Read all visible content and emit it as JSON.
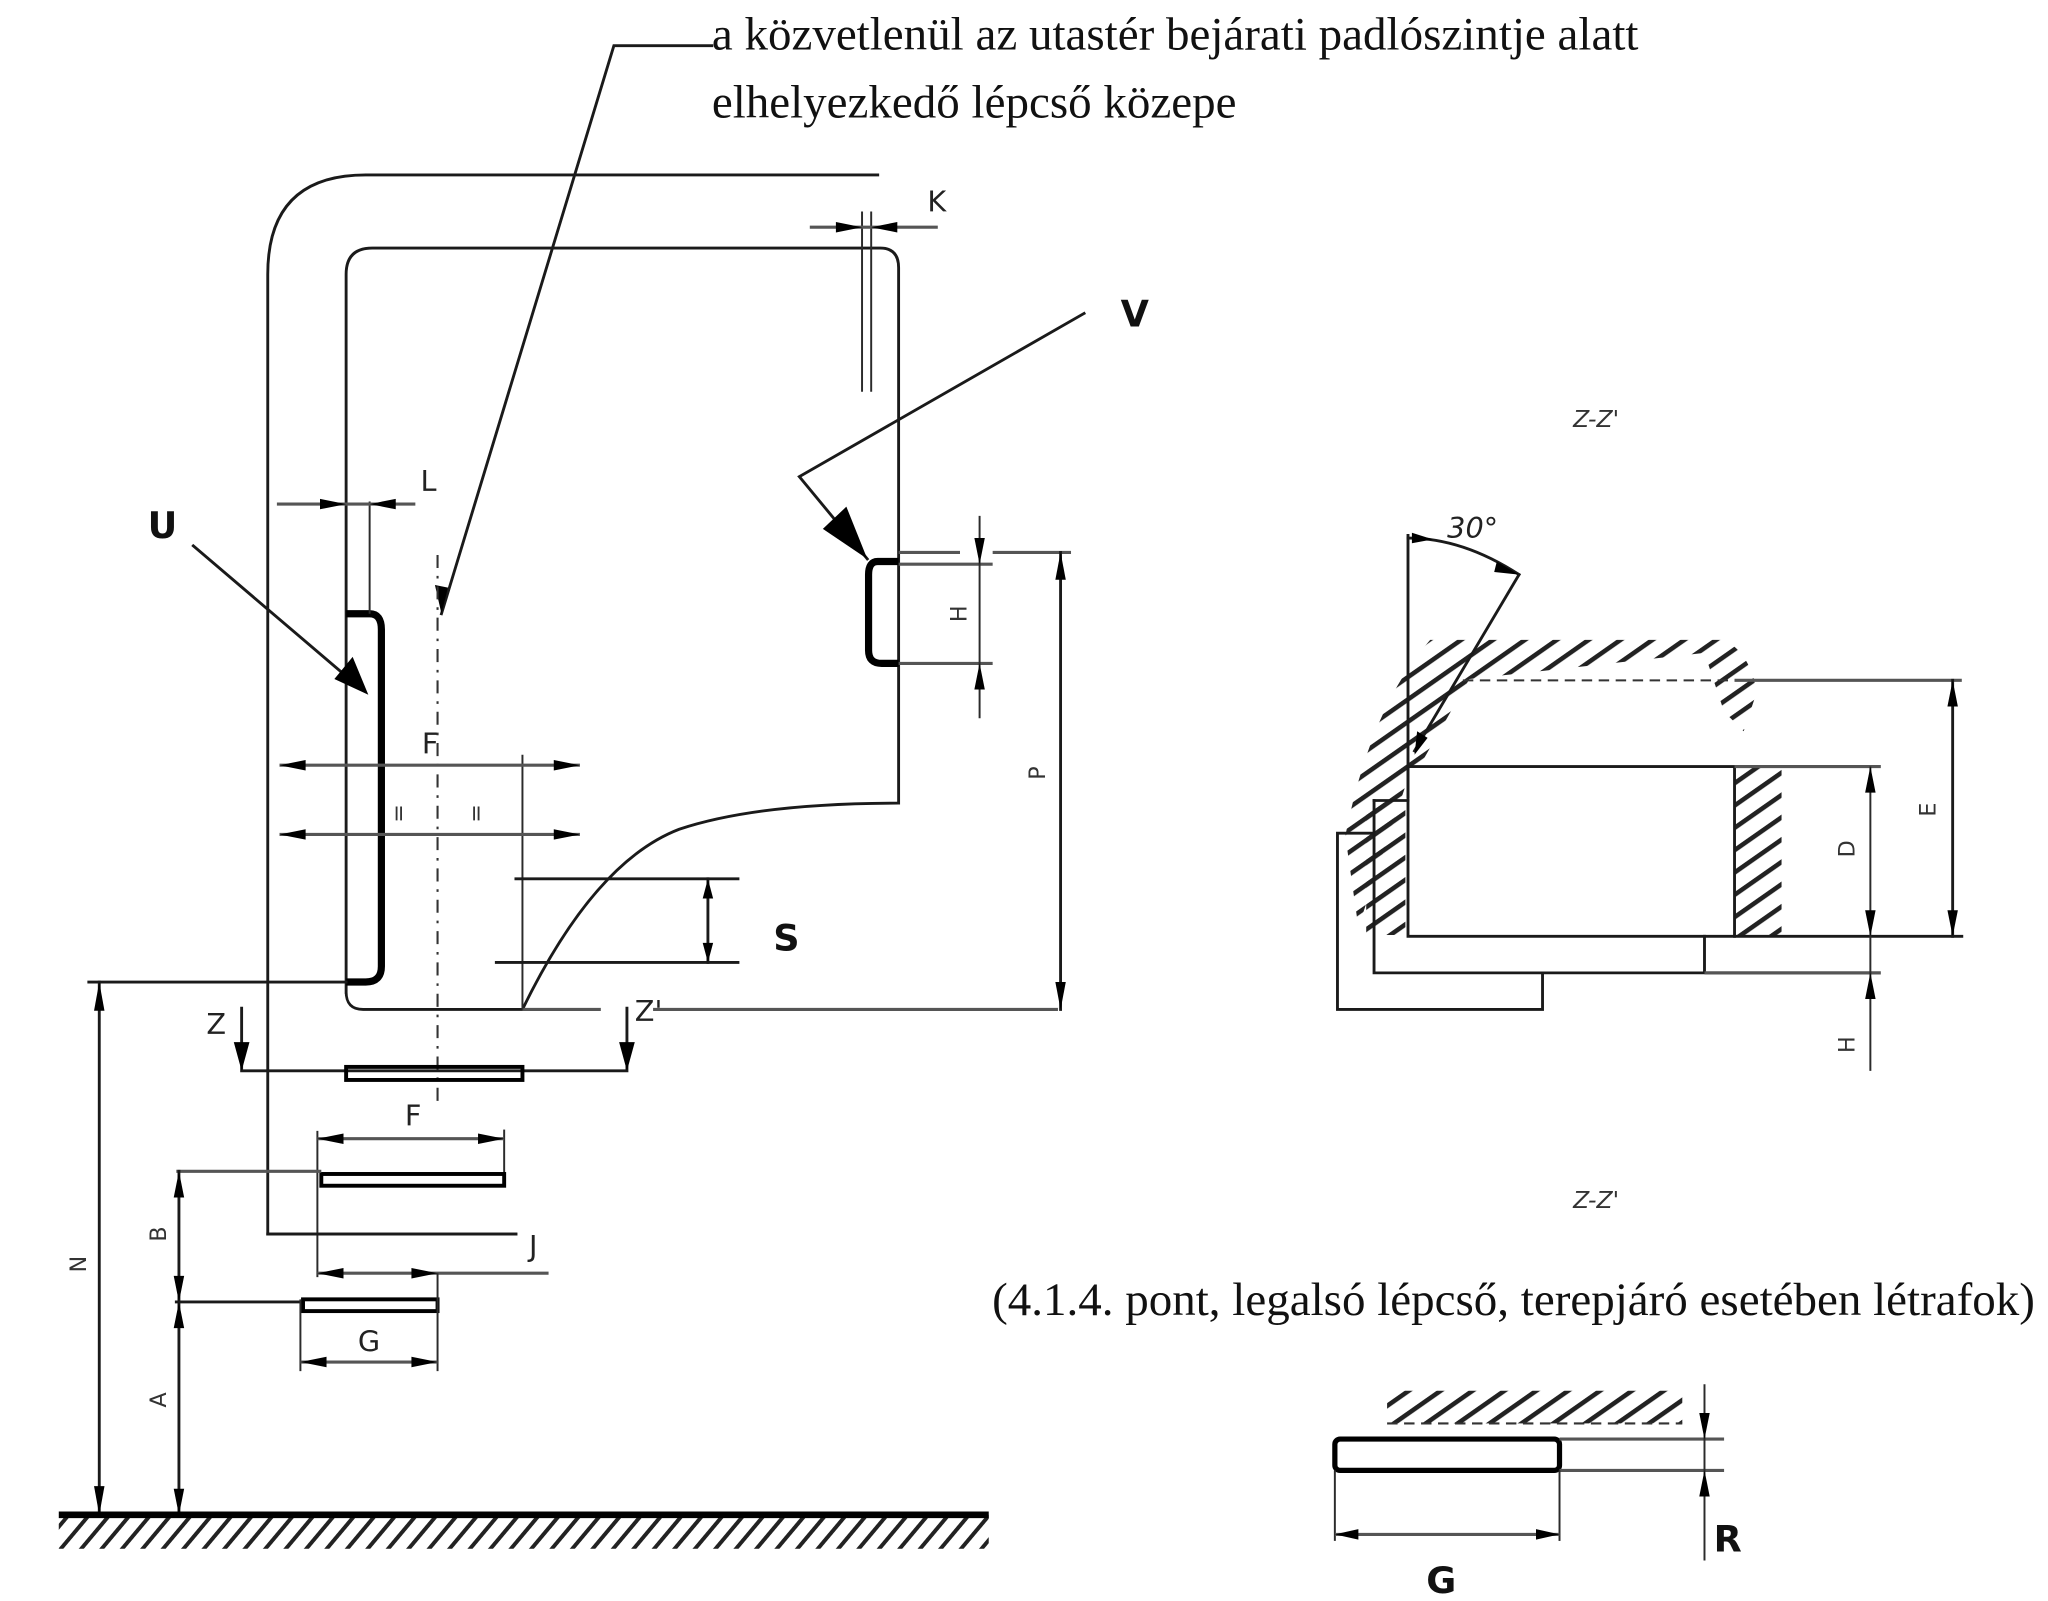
{
  "annotation": {
    "line1": "a közvetlenül az utastér bejárati padlószintje alatt",
    "line2": "elhelyezkedő lépcső közepe"
  },
  "caption": "(4.1.4. pont, legalsó lépcső, terepjáró esetében létrafok)",
  "section_labels": {
    "upper": "Z-Z'",
    "lower": "Z-Z'"
  },
  "angle_label": "30°",
  "dimension_labels": {
    "U": "U",
    "V": "V",
    "K": "K",
    "L": "L",
    "F_upper": "F",
    "F_lower": "F",
    "equal_mark_left": "=",
    "equal_mark_right": "=",
    "S": "S",
    "H_side": "H",
    "P": "P",
    "Z": "Z",
    "Z_prime": "Z'",
    "N": "N",
    "B": "B",
    "A": "A",
    "J": "J",
    "G_side": "G",
    "D": "D",
    "E": "E",
    "H_section": "H",
    "G_section": "G",
    "R": "R"
  },
  "colors": {
    "ink": "#1a1a1a",
    "background": "#ffffff"
  }
}
